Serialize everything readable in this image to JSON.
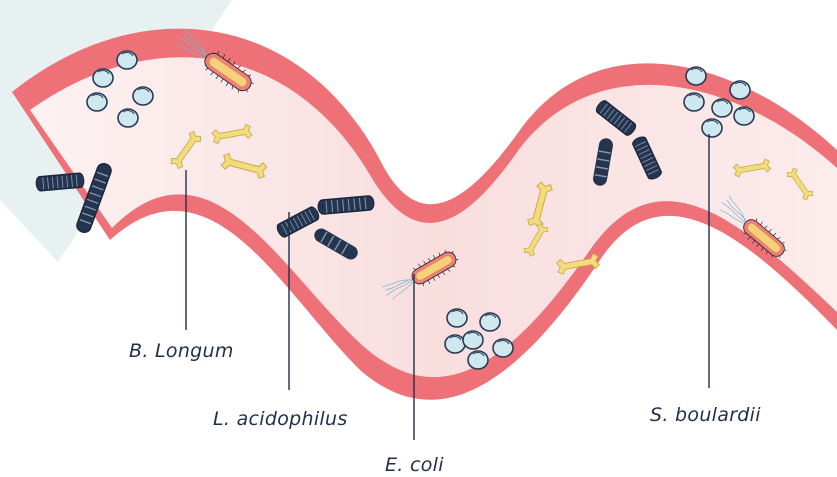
{
  "labels": {
    "b_longum": "B. Longum",
    "l_acidophilus": "L. acidophilus",
    "e_coli": "E. coli",
    "s_boulardii": "S. boulardii"
  },
  "colors": {
    "wall": "#ee7178",
    "lumen": "#fbe3e3",
    "rod": "#25354f",
    "rod_band": "#8a9bb0",
    "ecoli_body": "#f4d27a",
    "ecoli_ring": "#f0806f",
    "yeast": "#cfe7ee",
    "bifido": "#f3dc7b",
    "leader": "#1f2f4d",
    "background_wedge": "#e8f1f1"
  }
}
